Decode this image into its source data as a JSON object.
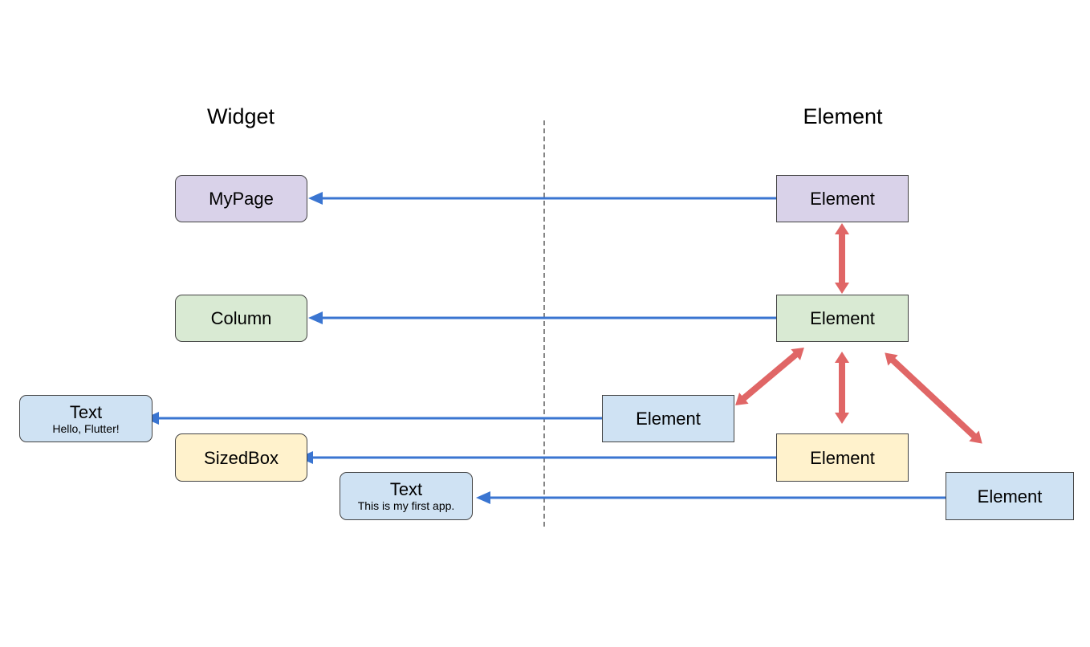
{
  "headings": {
    "widget": "Widget",
    "element": "Element"
  },
  "widgets": {
    "mypage": {
      "label": "MyPage"
    },
    "column": {
      "label": "Column"
    },
    "text1": {
      "label": "Text",
      "sub": "Hello, Flutter!"
    },
    "sizedbox": {
      "label": "SizedBox"
    },
    "text2": {
      "label": "Text",
      "sub": "This is my first app."
    }
  },
  "elements": {
    "e1": {
      "label": "Element"
    },
    "e2": {
      "label": "Element"
    },
    "e3": {
      "label": "Element"
    },
    "e4": {
      "label": "Element"
    },
    "e5": {
      "label": "Element"
    }
  },
  "colors": {
    "purple": "#d9d2e9",
    "green": "#d9ead3",
    "blue": "#cfe2f3",
    "yellow": "#fff2cc",
    "reference_arrow": "#3a75d1",
    "tree_arrow": "#e06666",
    "divider": "#444444"
  }
}
